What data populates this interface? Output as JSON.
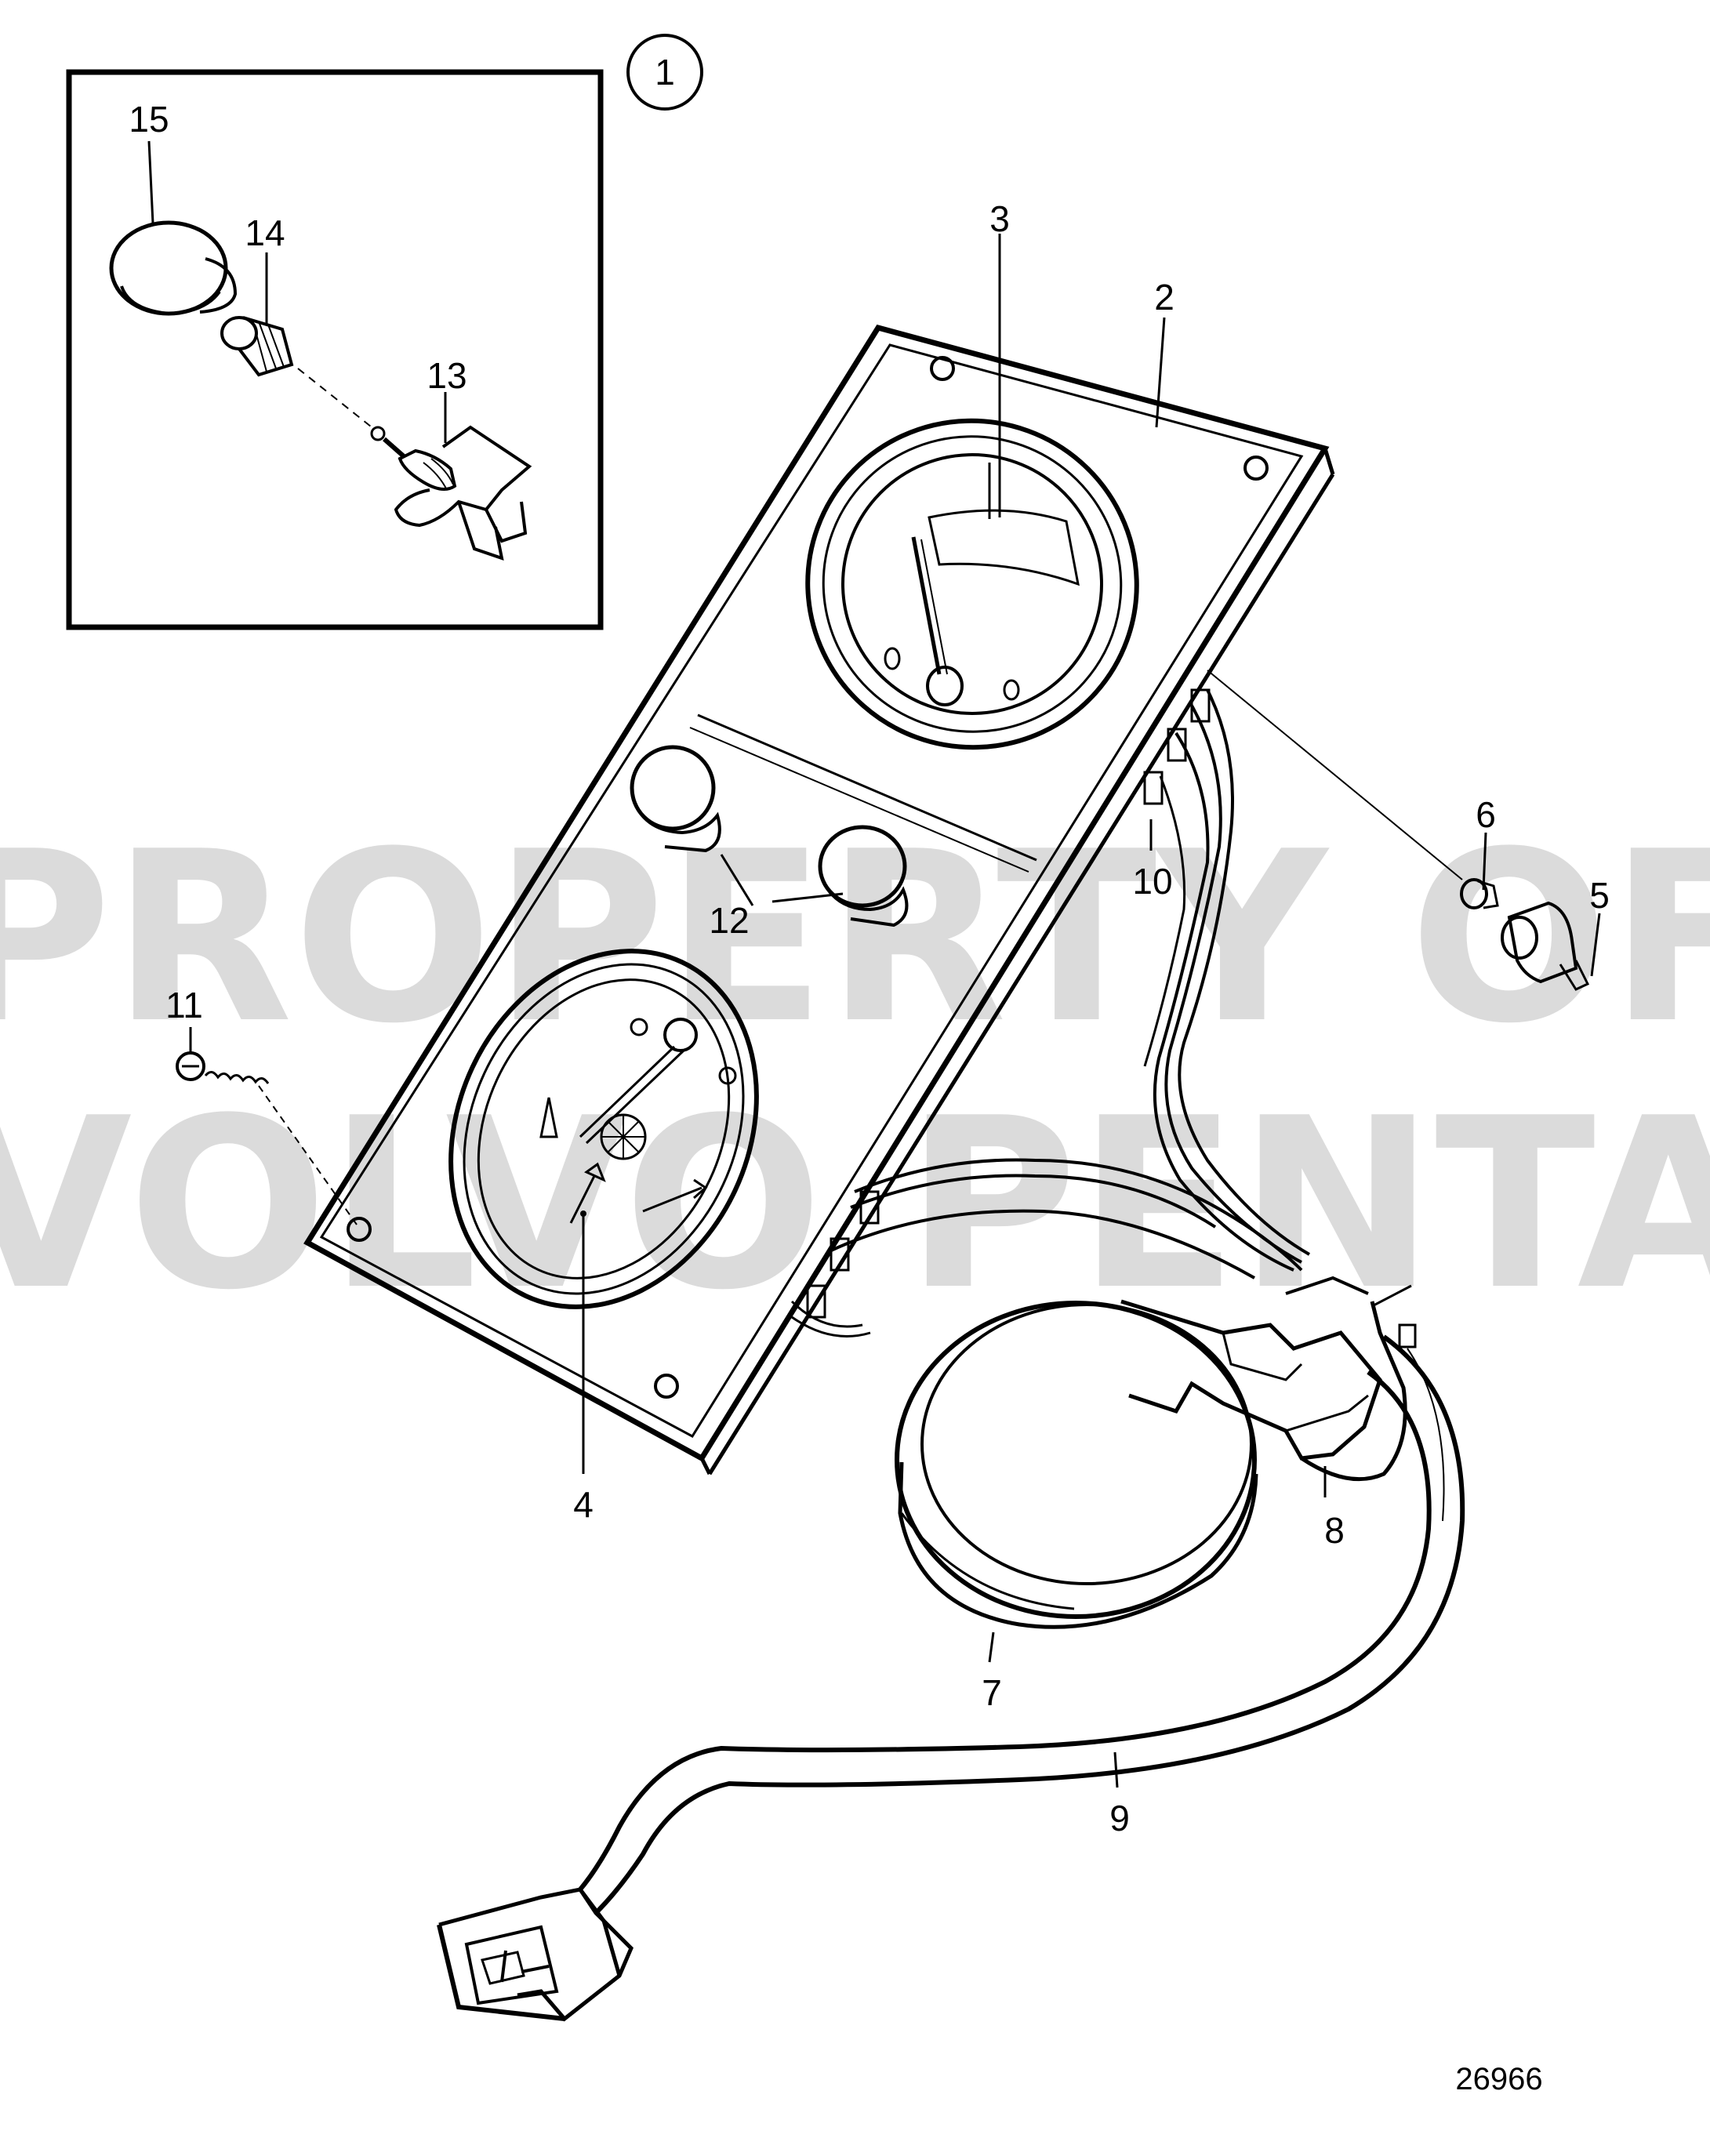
{
  "diagram": {
    "figure_number": "26966",
    "watermark": {
      "line1": "PROPERTY OF",
      "line2": "VOLVO PENTA"
    },
    "inset": {
      "label": "1"
    },
    "callouts": [
      {
        "id": "c2",
        "label": "2"
      },
      {
        "id": "c3",
        "label": "3"
      },
      {
        "id": "c4",
        "label": "4"
      },
      {
        "id": "c5",
        "label": "5"
      },
      {
        "id": "c6",
        "label": "6"
      },
      {
        "id": "c7",
        "label": "7"
      },
      {
        "id": "c8",
        "label": "8"
      },
      {
        "id": "c9",
        "label": "9"
      },
      {
        "id": "c10",
        "label": "10"
      },
      {
        "id": "c11",
        "label": "11"
      },
      {
        "id": "c12",
        "label": "12"
      },
      {
        "id": "c13",
        "label": "13"
      },
      {
        "id": "c14",
        "label": "14"
      },
      {
        "id": "c15",
        "label": "15"
      }
    ]
  }
}
